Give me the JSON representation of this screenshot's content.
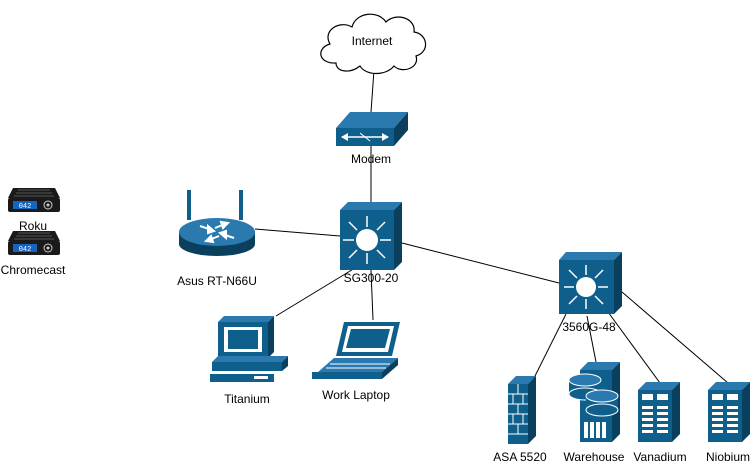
{
  "colors": {
    "device": "#0f5f8c",
    "device_light": "#2a7ab0",
    "device_dark": "#0a3f5e",
    "line": "#000000",
    "cloud_fill": "#ffffff"
  },
  "nodes": {
    "internet": {
      "label": "Internet",
      "icon": "cloud-icon"
    },
    "modem": {
      "label": "Modem",
      "icon": "modem-icon"
    },
    "sg300": {
      "label": "SG300-20",
      "icon": "layer3-switch-icon"
    },
    "asus": {
      "label": "Asus RT-N66U",
      "icon": "wireless-router-icon"
    },
    "titanium": {
      "label": "Titanium",
      "icon": "desktop-computer-icon"
    },
    "work_laptop": {
      "label": "Work Laptop",
      "icon": "laptop-icon"
    },
    "c3560": {
      "label": "3560G-48",
      "icon": "layer3-switch-icon"
    },
    "asa": {
      "label": "ASA 5520",
      "icon": "firewall-icon"
    },
    "warehouse": {
      "label": "Warehouse",
      "icon": "storage-server-icon"
    },
    "vanadium": {
      "label": "Vanadium",
      "icon": "server-icon"
    },
    "niobium": {
      "label": "Niobium",
      "icon": "server-icon"
    },
    "roku": {
      "label": "Roku",
      "icon": "media-player-icon",
      "display": "042"
    },
    "chromecast": {
      "label": "Chromecast",
      "icon": "media-player-icon",
      "display": "042"
    }
  },
  "links": [
    [
      "internet",
      "modem"
    ],
    [
      "modem",
      "sg300"
    ],
    [
      "sg300",
      "asus"
    ],
    [
      "sg300",
      "titanium"
    ],
    [
      "sg300",
      "work_laptop"
    ],
    [
      "sg300",
      "c3560"
    ],
    [
      "c3560",
      "asa"
    ],
    [
      "c3560",
      "warehouse"
    ],
    [
      "c3560",
      "vanadium"
    ],
    [
      "c3560",
      "niobium"
    ]
  ]
}
